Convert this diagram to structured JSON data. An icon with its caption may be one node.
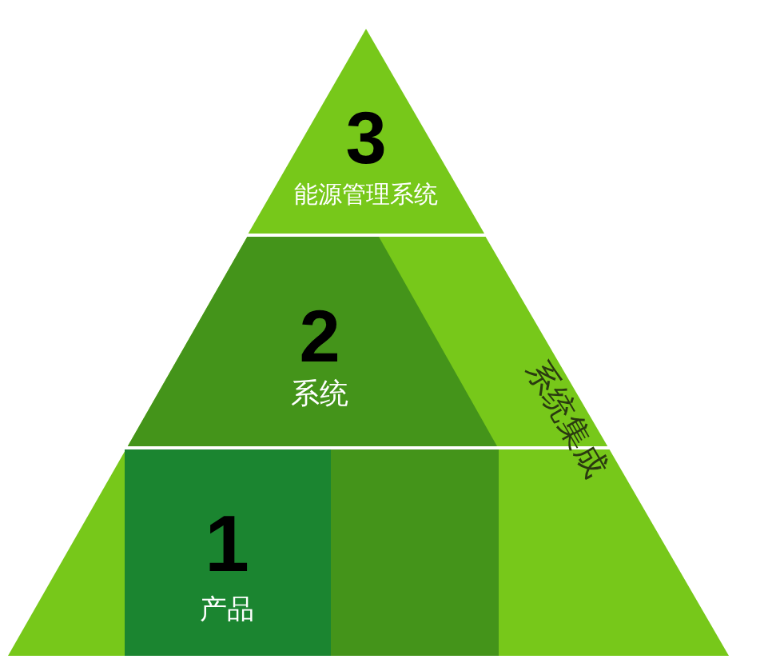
{
  "diagram": {
    "nodes": [
      {
        "text": [
          "3",
          "能源管理系统"
        ]
      },
      {
        "text": [
          "2",
          "系统"
        ]
      },
      {
        "text": [
          "1",
          "产品"
        ]
      }
    ],
    "labels": [
      "系统集成"
    ]
  }
}
